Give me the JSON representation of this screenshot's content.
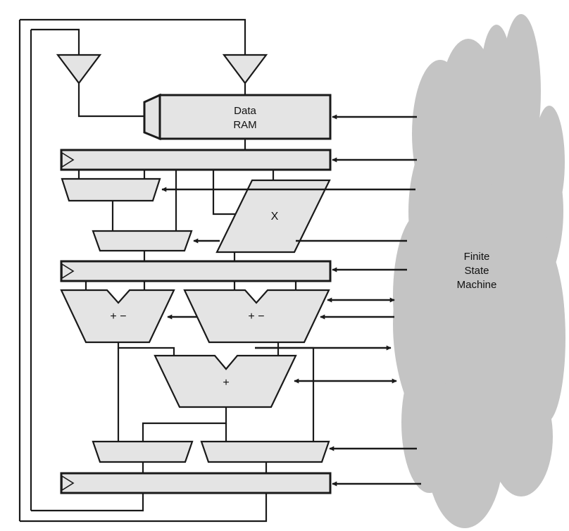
{
  "diagram": {
    "ram": {
      "line1": "Data",
      "line2": "RAM"
    },
    "multiplier": {
      "label": "X"
    },
    "adder_left": {
      "label": "+ −"
    },
    "adder_right": {
      "label": "+ −"
    },
    "adder_bottom": {
      "label": "+"
    },
    "fsm": {
      "line1": "Finite",
      "line2": "State",
      "line3": "Machine"
    },
    "colors": {
      "block_fill": "#e4e4e4",
      "cloud_fill": "#c4c4c4",
      "stroke": "#1a1a1a"
    }
  }
}
